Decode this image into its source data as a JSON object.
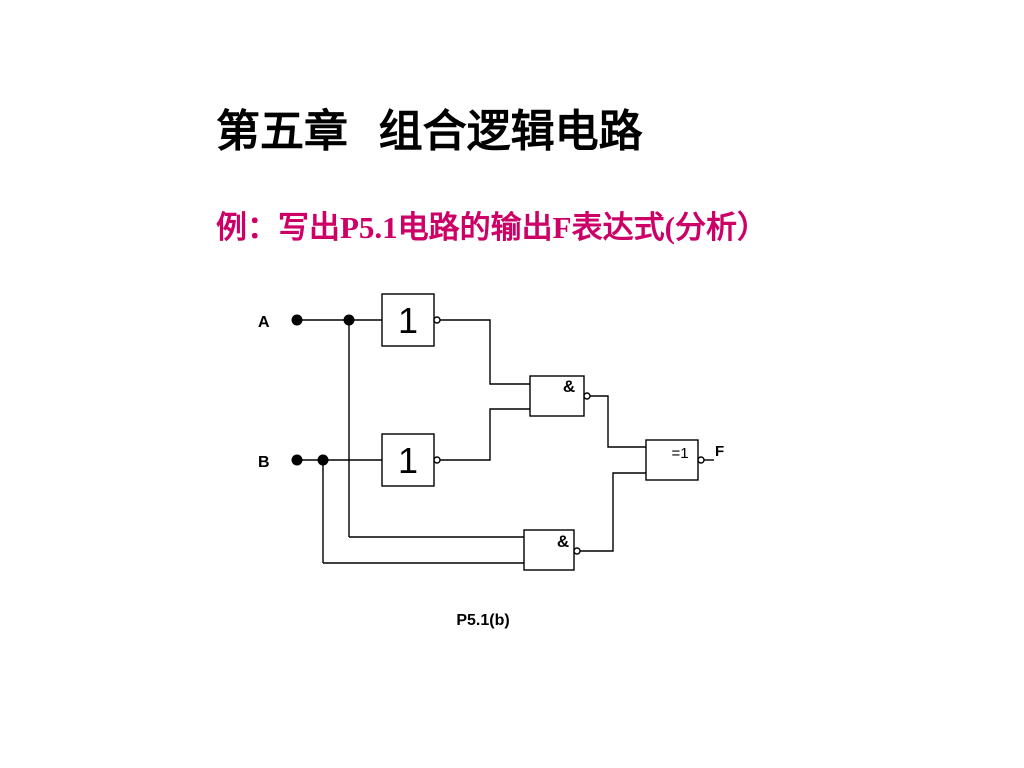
{
  "title": "第五章  组合逻辑电路",
  "example": "例：写出P5.1电路的输出F表达式(分析）",
  "diagram": {
    "inputs": [
      "A",
      "B"
    ],
    "output": "F",
    "gates": {
      "not_a": "1",
      "not_b": "1",
      "and_top": "&",
      "and_bottom": "&",
      "xor": "=1"
    },
    "caption": "P5.1(b)"
  },
  "colors": {
    "title": "#000000",
    "example": "#cc0066",
    "lines": "#000000"
  }
}
